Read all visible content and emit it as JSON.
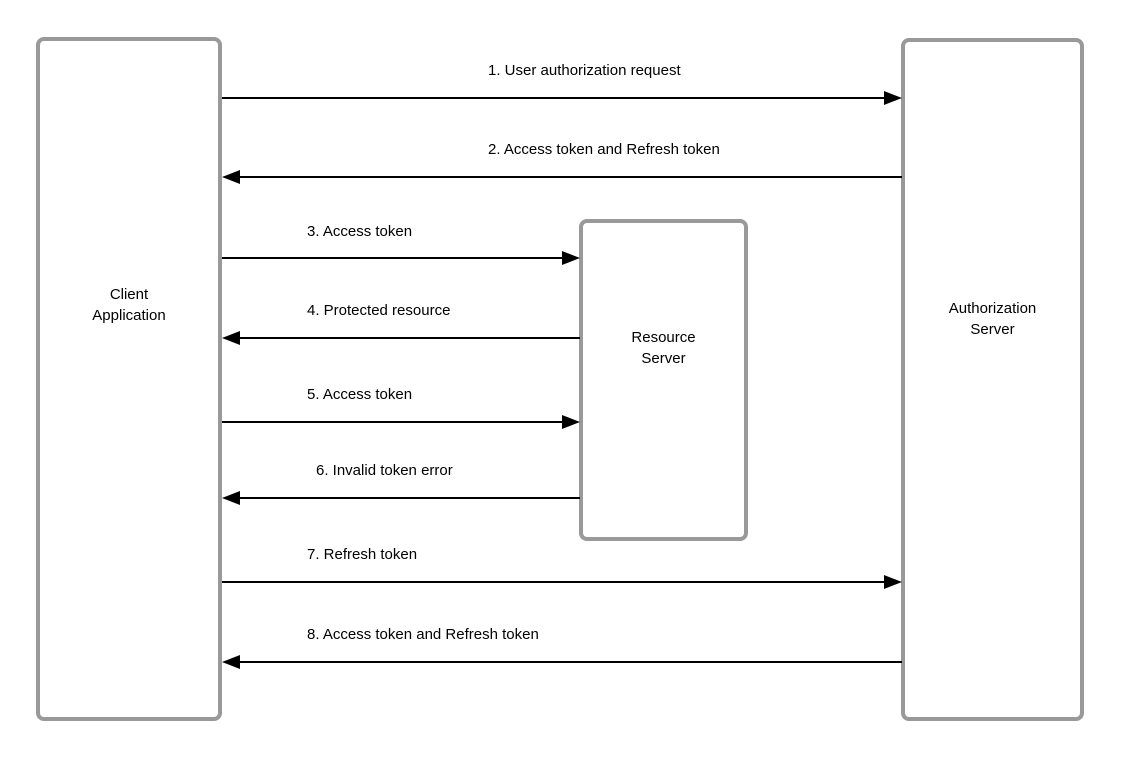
{
  "diagram": {
    "type": "sequence-flow",
    "background_color": "#ffffff"
  },
  "colors": {
    "box_border": "#999999",
    "box_fill": "#ffffff",
    "arrow": "#000000",
    "text": "#000000"
  },
  "boxes": {
    "client": {
      "label": "Client\nApplication"
    },
    "resource": {
      "label": "Resource\nServer"
    },
    "auth": {
      "label": "Authorization\nServer"
    }
  },
  "arrows": [
    {
      "label": "1. User authorization request",
      "from": "client",
      "to": "auth",
      "direction": "right"
    },
    {
      "label": "2. Access token and Refresh token",
      "from": "auth",
      "to": "client",
      "direction": "left"
    },
    {
      "label": "3. Access token",
      "from": "client",
      "to": "resource",
      "direction": "right"
    },
    {
      "label": "4. Protected resource",
      "from": "resource",
      "to": "client",
      "direction": "left"
    },
    {
      "label": "5. Access token",
      "from": "client",
      "to": "resource",
      "direction": "right"
    },
    {
      "label": "6. Invalid token error",
      "from": "resource",
      "to": "client",
      "direction": "left"
    },
    {
      "label": "7. Refresh token",
      "from": "client",
      "to": "auth",
      "direction": "right"
    },
    {
      "label": "8. Access token and Refresh token",
      "from": "auth",
      "to": "client",
      "direction": "left"
    }
  ]
}
